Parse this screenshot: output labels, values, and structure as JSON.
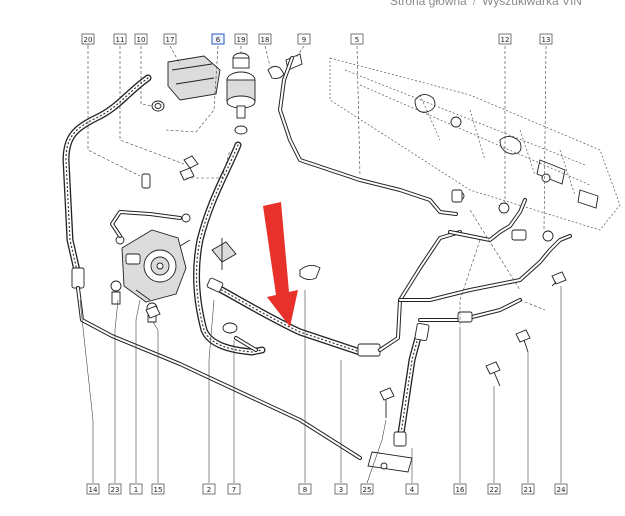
{
  "breadcrumb": {
    "home": "Strona główna",
    "separator": "/",
    "current": "Wyszukiwarka VIN"
  },
  "diagram": {
    "highlighted_callout": "6",
    "arrow_color": "#e8312a",
    "top_callouts": [
      "20",
      "11",
      "10",
      "17",
      "6",
      "19",
      "18",
      "9",
      "5",
      "12",
      "13"
    ],
    "bottom_callouts": [
      "14",
      "23",
      "1",
      "15",
      "2",
      "7",
      "8",
      "3",
      "25",
      "4",
      "16",
      "22",
      "21",
      "24"
    ]
  }
}
